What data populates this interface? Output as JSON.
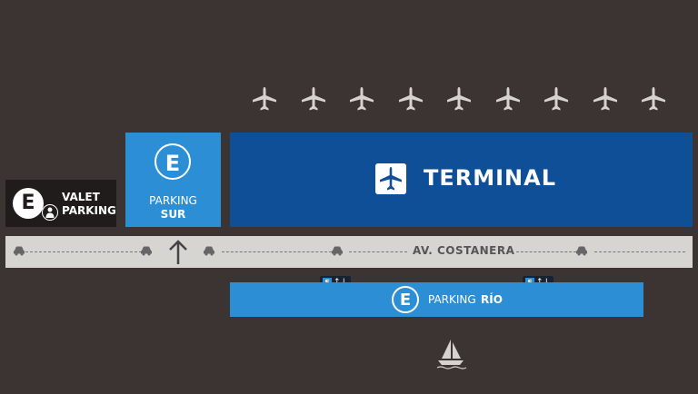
{
  "colors": {
    "background": "#3b3432",
    "parking_blue": "#2c8fd6",
    "terminal_blue": "#0e4f98",
    "road": "#d7d5d2",
    "valet_bg": "#1f1c1b"
  },
  "icons": {
    "runway_planes": [
      "airplane-icon",
      "airplane-icon",
      "airplane-icon",
      "airplane-icon",
      "airplane-icon",
      "airplane-icon",
      "airplane-icon",
      "airplane-icon",
      "airplane-icon"
    ],
    "road_cars": [
      "car-icon",
      "car-icon",
      "car-icon",
      "car-icon",
      "car-icon"
    ],
    "direction": "arrow-up-icon",
    "water": "sailboat-icon"
  },
  "valet": {
    "symbol": "E",
    "line1": "VALET",
    "line2": "PARKING"
  },
  "parking_sur": {
    "symbol": "E",
    "line1": "PARKING",
    "line2": "SUR"
  },
  "terminal": {
    "label": "TERMINAL"
  },
  "road": {
    "street_name": "AV. COSTANERA"
  },
  "parking_rio": {
    "symbol": "E",
    "line1": "PARKING",
    "line2": "RÍO",
    "entries": [
      {
        "symbol": "E",
        "arrows": "↑↓"
      },
      {
        "symbol": "E",
        "arrows": "↑↓"
      }
    ]
  }
}
